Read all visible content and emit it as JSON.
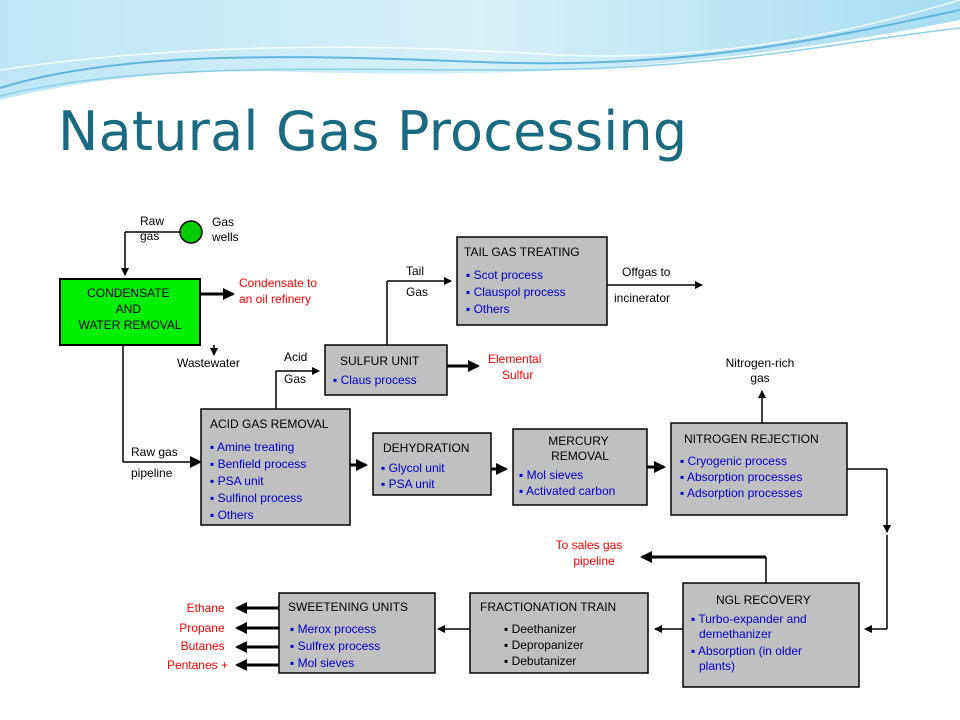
{
  "slide": {
    "title": "Natural Gas Processing"
  },
  "colors": {
    "title": "#1a6b82",
    "box_fill": "#c0c0c0",
    "condensate_fill": "#00ee00",
    "blue_text": "#0000cc",
    "red_text": "#ff0000",
    "wells_fill": "#00cc00"
  },
  "diagram": {
    "wells": {
      "raw_gas": [
        "Raw",
        "gas"
      ],
      "gas_wells": [
        "Gas",
        "wells"
      ]
    },
    "condensate": {
      "title": [
        "CONDENSATE",
        "AND",
        "WATER REMOVAL"
      ]
    },
    "outputs": {
      "condensate": [
        "Condensate to",
        "an oil refinery"
      ],
      "wastewater": "Wastewater",
      "raw_gas_pipeline": [
        "Raw gas",
        "pipeline"
      ],
      "acid_gas": [
        "Acid",
        "Gas"
      ],
      "tail_gas": [
        "Tail",
        "Gas"
      ],
      "offgas": [
        "Offgas to",
        "incinerator"
      ],
      "elemental_sulfur": [
        "Elemental",
        "Sulfur"
      ],
      "nitrogen_gas": [
        "Nitrogen-rich",
        "gas"
      ],
      "sales_gas": [
        "To sales gas",
        "pipeline"
      ],
      "products": [
        "Ethane",
        "Propane",
        "Butanes",
        "Pentanes +"
      ]
    },
    "tail_gas": {
      "title": "TAIL GAS TREATING",
      "items": [
        "Scot process",
        "Clauspol process",
        "Others"
      ]
    },
    "sulfur_unit": {
      "title": "SULFUR UNIT",
      "items": [
        "Claus process"
      ]
    },
    "acid_gas_removal": {
      "title": "ACID GAS REMOVAL",
      "items": [
        "Amine treating",
        "Benfield process",
        "PSA unit",
        "Sulfinol process",
        "Others"
      ]
    },
    "dehydration": {
      "title": "DEHYDRATION",
      "items": [
        "Glycol unit",
        "PSA unit"
      ]
    },
    "mercury": {
      "title": [
        "MERCURY",
        "REMOVAL"
      ],
      "items": [
        "Mol sieves",
        "Activated carbon"
      ]
    },
    "nitrogen": {
      "title": "NITROGEN REJECTION",
      "items": [
        "Cryogenic process",
        "Absorption processes",
        "Adsorption processes"
      ]
    },
    "ngl": {
      "title": "NGL RECOVERY",
      "items": [
        [
          "Turbo-expander and",
          "demethanizer"
        ],
        [
          "Absorption (in older",
          "plants)"
        ]
      ]
    },
    "fractionation": {
      "title": "FRACTIONATION TRAIN",
      "items": [
        "Deethanizer",
        "Depropanizer",
        "Debutanizer"
      ]
    },
    "sweetening": {
      "title": "SWEETENING UNITS",
      "items": [
        "Merox process",
        "Sulfrex process",
        "Mol sieves"
      ]
    }
  }
}
